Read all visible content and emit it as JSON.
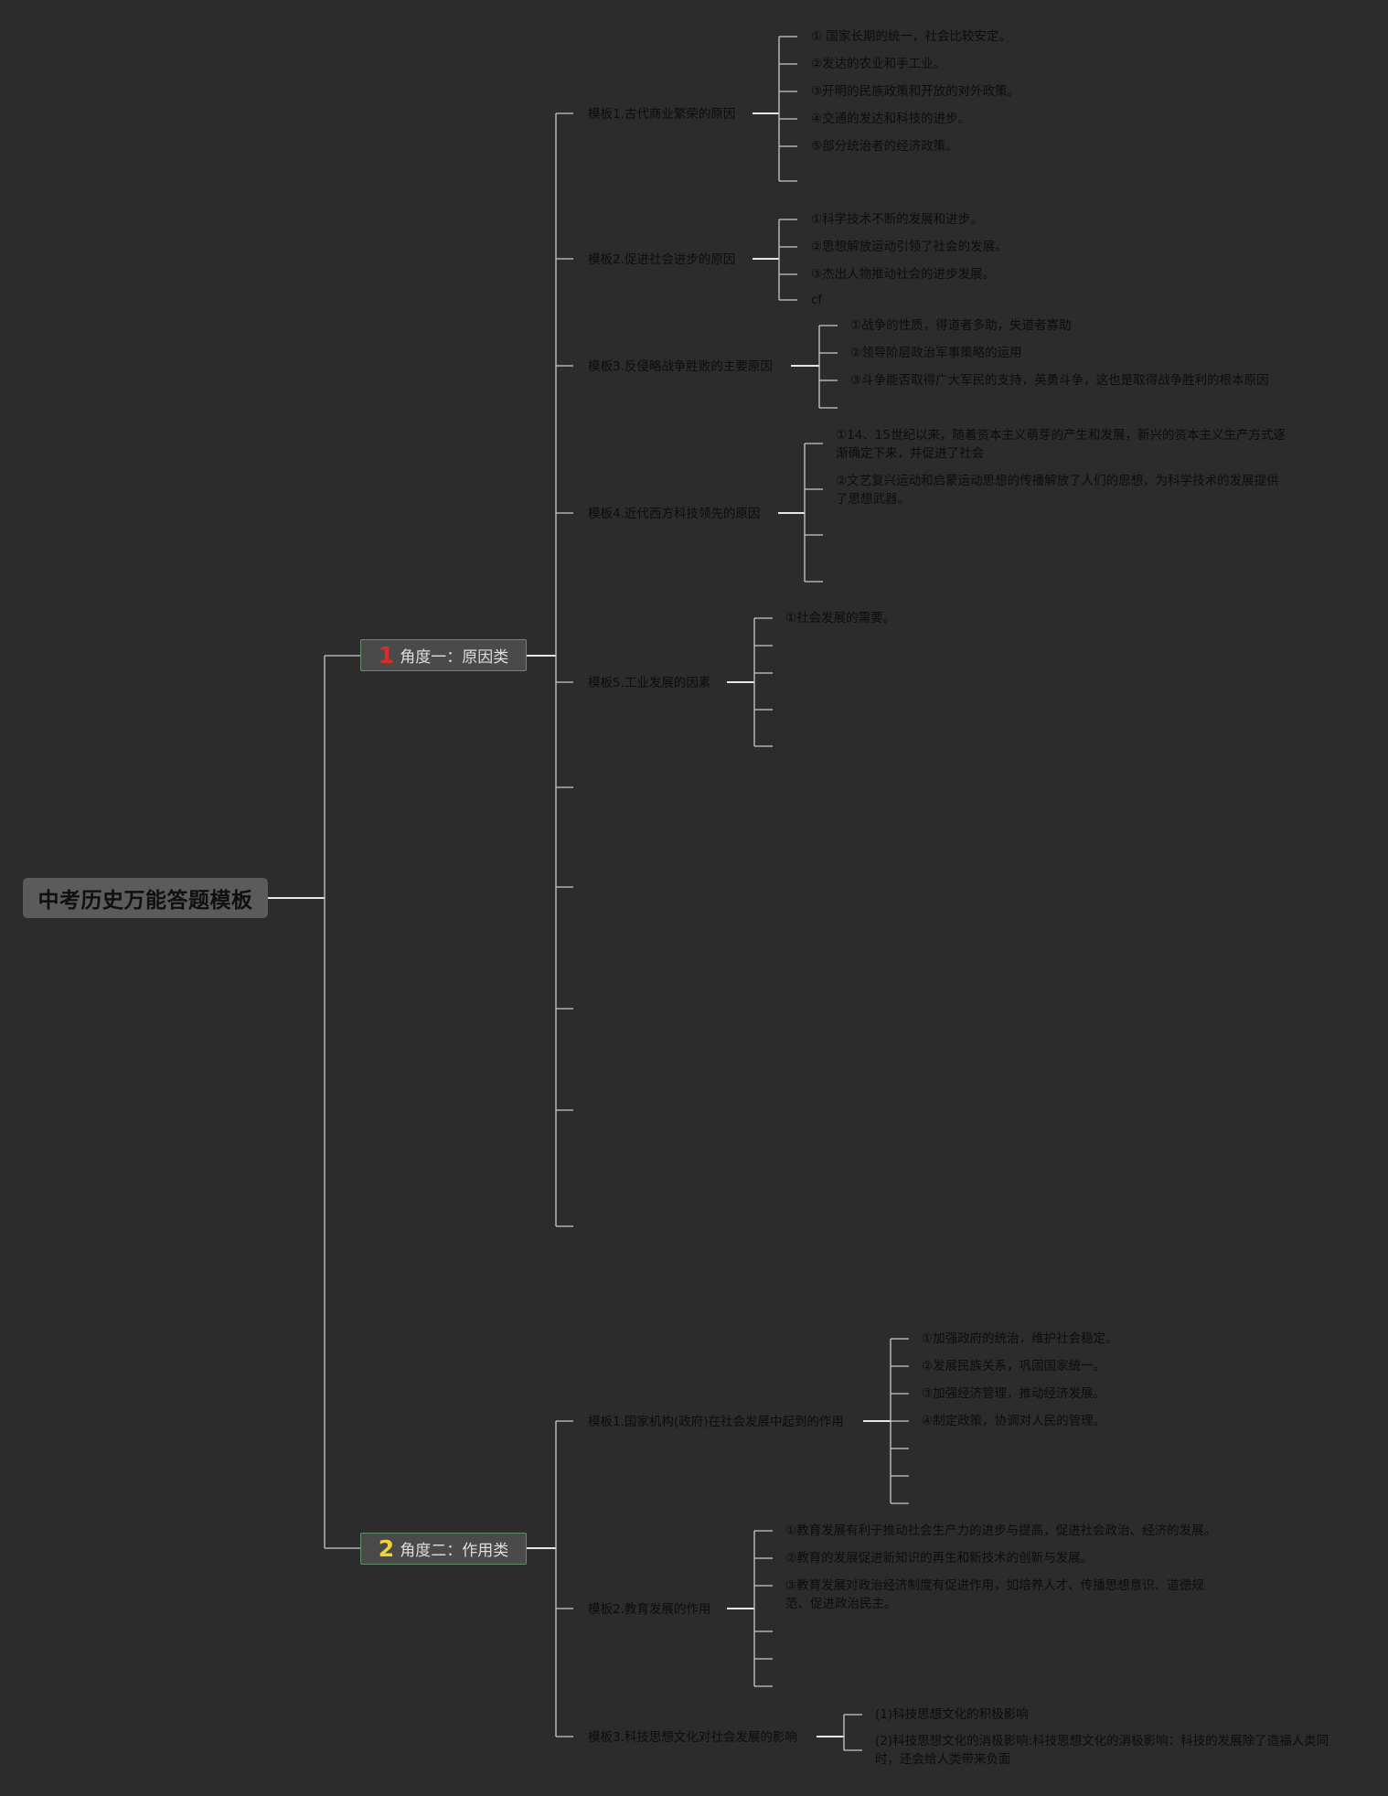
{
  "root": {
    "title": "中考历史万能答题模板"
  },
  "categories": [
    {
      "number": "1",
      "label": "角度一：原因类",
      "color": "#d92b2b",
      "templates": [
        {
          "title": "模板1.古代商业繁荣的原因",
          "items": [
            "① 国家长期的统一，社会比较安定。",
            "②发达的农业和手工业。",
            "③开明的民族政策和开放的对外政策。",
            "④交通的发达和科技的进步。",
            "⑤部分统治者的经济政策。"
          ]
        },
        {
          "title": "模板2.促进社会进步的原因",
          "items": [
            "①科学技术不断的发展和进步。",
            "②思想解放运动引领了社会的发展。",
            "③杰出人物推动社会的进步发展。",
            "cf"
          ]
        },
        {
          "title": "模板3.反侵略战争胜败的主要原因",
          "items": [
            "①战争的性质，得道者多助，失道者寡助",
            "②领导阶层政治军事策略的运用",
            "③斗争能否取得广大军民的支持，英勇斗争，这也是取得战争胜利的根本原因"
          ]
        },
        {
          "title": "模板4.近代西方科技领先的原因",
          "items": [
            "①14、15世纪以来，随着资本主义萌芽的产生和发展，新兴的资本主义生产方式逐渐确定下来，并促进了社会",
            "②文艺复兴运动和启蒙运动思想的传播解放了人们的思想，为科学技术的发展提供了思想武器。"
          ]
        },
        {
          "title": "模板5.工业发展的因素",
          "items": [
            "①社会发展的需要。"
          ]
        }
      ]
    },
    {
      "number": "2",
      "label": "角度二：作用类",
      "color": "#f0d23a",
      "templates": [
        {
          "title": "模板1.国家机构(政府)在社会发展中起到的作用",
          "items": [
            "①加强政府的统治，维护社会稳定。",
            "②发展民族关系，巩固国家统一。",
            "③加强经济管理，推动经济发展。",
            "④制定政策，协调对人民的管理。"
          ]
        },
        {
          "title": "模板2.教育发展的作用",
          "items": [
            "①教育发展有利于推动社会生产力的进步与提高，促进社会政治、经济的发展。",
            "②教育的发展促进新知识的再生和新技术的创新与发展。",
            "③教育发展对政治经济制度有促进作用，如培养人才、传播思想意识、道德规范、促进政治民主。"
          ]
        },
        {
          "title": "模板3.科技思想文化对社会发展的影响",
          "items": [
            "(1)科技思想文化的积极影响",
            "(2)科技思想文化的消极影响:科技思想文化的消极影响：科技的发展除了造福人类同时，还会给人类带来负面"
          ]
        }
      ]
    }
  ]
}
